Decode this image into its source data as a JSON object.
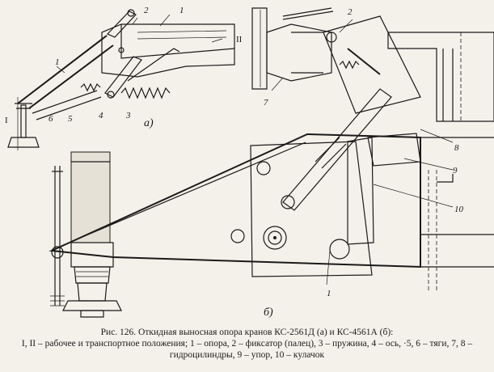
{
  "labels_a": {
    "pos_I": "I",
    "pos_II": "II",
    "n1_top": "1",
    "n2_top": "2",
    "n1_left": "1",
    "n6": "6",
    "n5": "5",
    "n4": "4",
    "n3": "3",
    "sub_a": "a)"
  },
  "labels_b": {
    "n2": "2",
    "n7": "7",
    "n8": "8",
    "n9": "9",
    "n10": "10",
    "n1": "1",
    "sub_b": "б)"
  },
  "caption": {
    "title": "Рис. 126. Откидная выносная опора кранов КС-2561Д (а) и КС-4561А (б):",
    "legend": "I, II – рабочее и транспортное положения; 1 – опора, 2 – фиксатор (палец), 3 – пружина, 4 – ось, ·5, 6 – тяги, 7, 8 – гидроцилиндры, 9 – упор, 10 – кулачок"
  }
}
